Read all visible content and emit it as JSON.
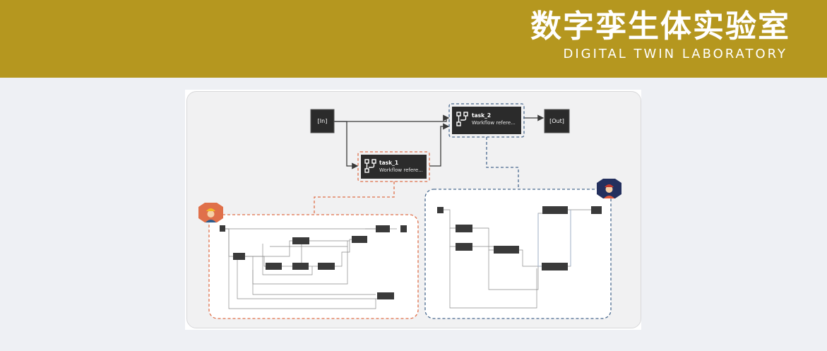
{
  "banner": {
    "title_cn": "数字孪生体实验室",
    "title_en": "DIGITAL TWIN LABORATORY",
    "bg_color": "#b5971f"
  },
  "workflow": {
    "in_label": "[In]",
    "out_label": "[Out]",
    "task1": {
      "name": "task_1",
      "ref": "Workflow refere..."
    },
    "task2": {
      "name": "task_2",
      "ref": "Workflow refere..."
    },
    "task1_color": "#e0704a",
    "task2_color": "#4a6a8f"
  },
  "icons": {
    "task_icon": "workflow-branch-icon",
    "left_avatar": "worker-avatar-icon",
    "right_avatar": "engineer-avatar-icon"
  }
}
